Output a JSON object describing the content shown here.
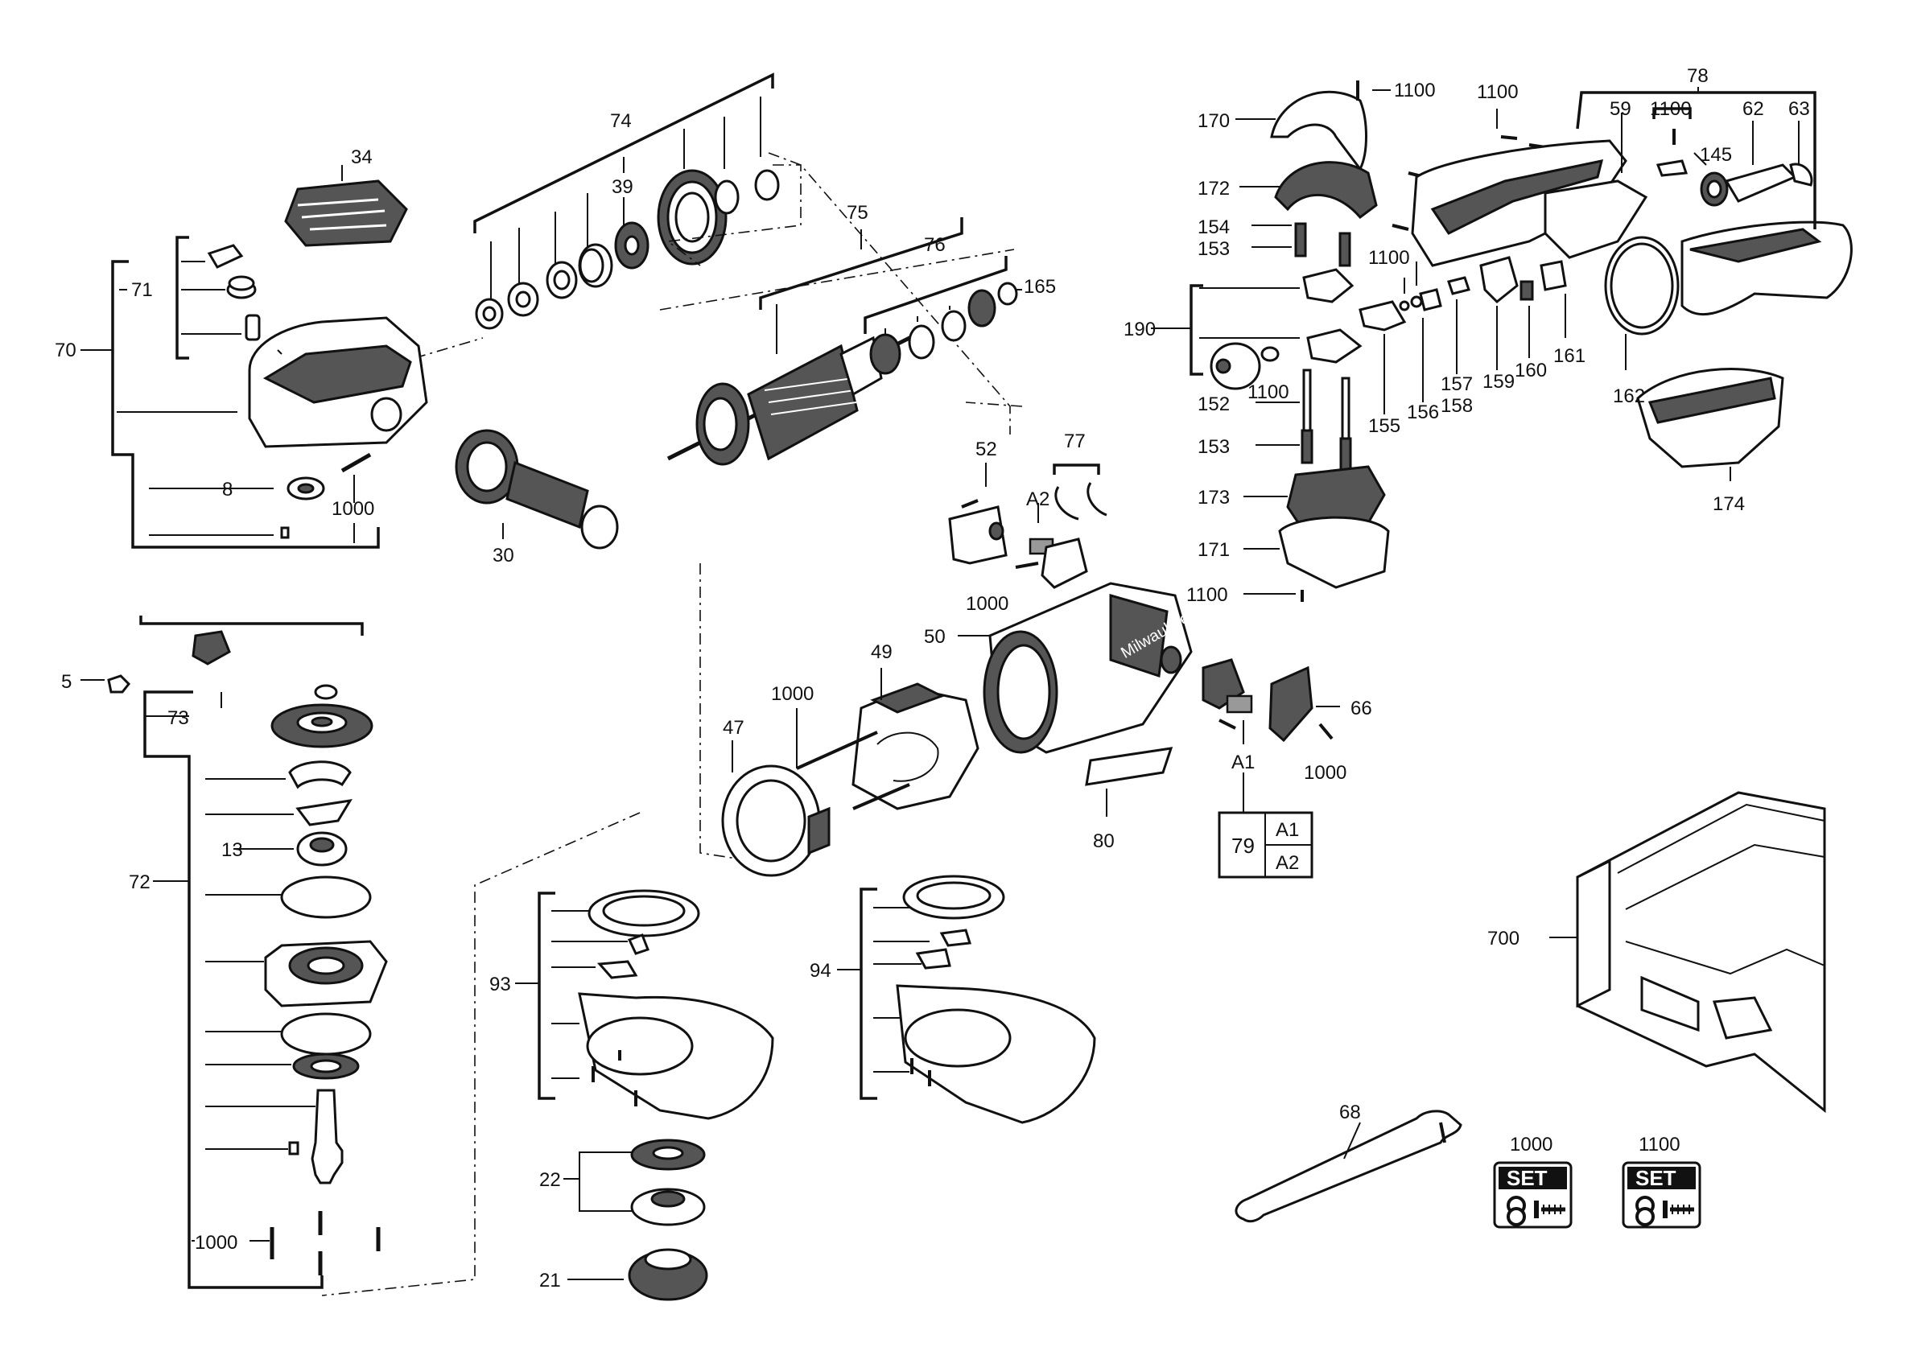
{
  "labels": {
    "l74": "74",
    "l34": "34",
    "l39": "39",
    "l75": "75",
    "l76": "76",
    "l165": "165",
    "l71": "71",
    "l70": "70",
    "l8": "8",
    "l1000a": "1000",
    "l30": "30",
    "l5": "5",
    "l73": "73",
    "l13": "13",
    "l72": "72",
    "l1000b": "1000",
    "l52": "52",
    "l77": "77",
    "lA2": "A2",
    "l1000c": "1000",
    "l49": "49",
    "l50": "50",
    "l1000d": "1000",
    "l47": "47",
    "l66": "66",
    "lA1": "A1",
    "l1000e": "1000",
    "l80": "80",
    "l93": "93",
    "l94": "94",
    "l22": "22",
    "l21": "21",
    "l170": "170",
    "l1100a": "1100",
    "l1100b": "1100",
    "l78": "78",
    "l59": "59",
    "l1100c": "1100",
    "l62": "62",
    "l63": "63",
    "l145": "145",
    "l172": "172",
    "l154": "154",
    "l153a": "153",
    "l1100d": "1100",
    "l190": "190",
    "l1100e": "1100",
    "l152": "152",
    "l153b": "153",
    "l155": "155",
    "l156": "156",
    "l157": "157",
    "l158": "158",
    "l159": "159",
    "l160": "160",
    "l161": "161",
    "l162": "162",
    "l173": "173",
    "l171": "171",
    "l174": "174",
    "l1100f": "1100",
    "l700": "700",
    "l68": "68",
    "l1000f": "1000",
    "l1100g": "1100"
  },
  "table79": {
    "id": "79",
    "row1": "A1",
    "row2": "A2"
  },
  "set_icons": [
    {
      "number": "1000",
      "text": "SET"
    },
    {
      "number": "1100",
      "text": "SET"
    }
  ]
}
